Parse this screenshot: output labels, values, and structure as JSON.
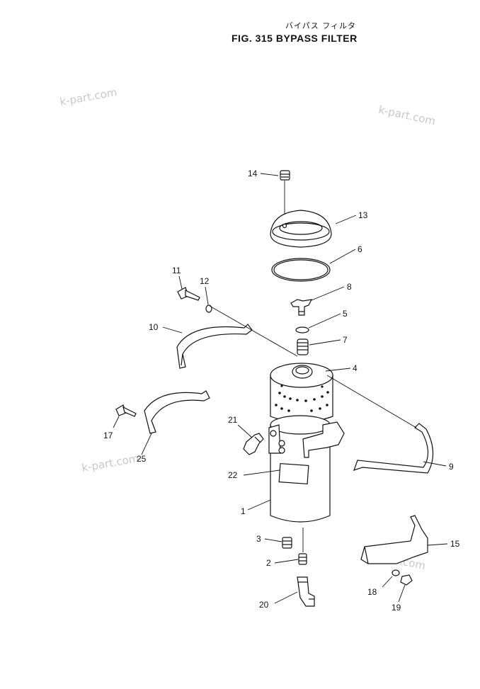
{
  "title": {
    "japanese": "バイパス フィルタ",
    "english": "FIG. 315   BYPASS FILTER"
  },
  "watermarks": [
    "k-part.com",
    "k-part.com",
    "k-part.com",
    "k-part.com"
  ],
  "callouts": [
    "14",
    "13",
    "6",
    "8",
    "11",
    "12",
    "5",
    "10",
    "7",
    "4",
    "17",
    "25",
    "21",
    "9",
    "22",
    "1",
    "3",
    "15",
    "2",
    "18",
    "20",
    "19"
  ]
}
